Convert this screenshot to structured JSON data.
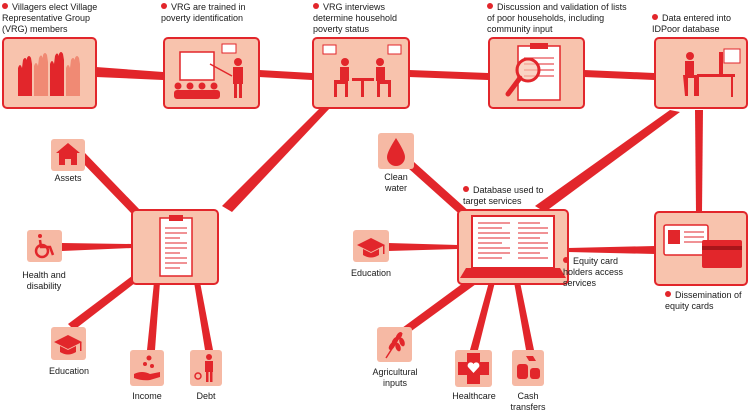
{
  "colors": {
    "accent": "#e2262b",
    "box_fill": "#f8c3ad",
    "box_border": "#e2262b",
    "icon_dark": "#e2262b",
    "small_box_fill": "#f6b9a4"
  },
  "steps": [
    {
      "label": "Villagers elect Village Representative Group (VRG) members",
      "icon": "raised-hands-icon"
    },
    {
      "label": "VRG are trained in poverty identification",
      "icon": "training-presentation-icon"
    },
    {
      "label": "VRG interviews determine household poverty status",
      "icon": "interview-icon"
    },
    {
      "label": "Discussion and validation of lists of poor households, including community input",
      "icon": "magnifier-document-icon"
    },
    {
      "label": "Data entered into IDPoor database",
      "icon": "computer-desk-icon"
    },
    {
      "label": "Dissemination of equity cards",
      "icon": "equity-card-icon"
    }
  ],
  "database_node": {
    "label": "Database used to target services",
    "icon": "laptop-icon"
  },
  "access_label": "Equity card holders access services",
  "criteria": [
    {
      "label": "Assets",
      "icon": "house-icon"
    },
    {
      "label": "Health and disability",
      "icon": "wheelchair-icon"
    },
    {
      "label": "Education",
      "icon": "graduation-cap-icon"
    },
    {
      "label": "Income",
      "icon": "coins-hand-icon"
    },
    {
      "label": "Debt",
      "icon": "person-debt-icon"
    }
  ],
  "services": [
    {
      "label": "Clean water",
      "icon": "water-drop-icon"
    },
    {
      "label": "Education",
      "icon": "graduation-cap-icon"
    },
    {
      "label": "Agricultural inputs",
      "icon": "wheat-icon"
    },
    {
      "label": "Healthcare",
      "icon": "medical-cross-icon"
    },
    {
      "label": "Cash transfers",
      "icon": "cash-icon"
    }
  ]
}
